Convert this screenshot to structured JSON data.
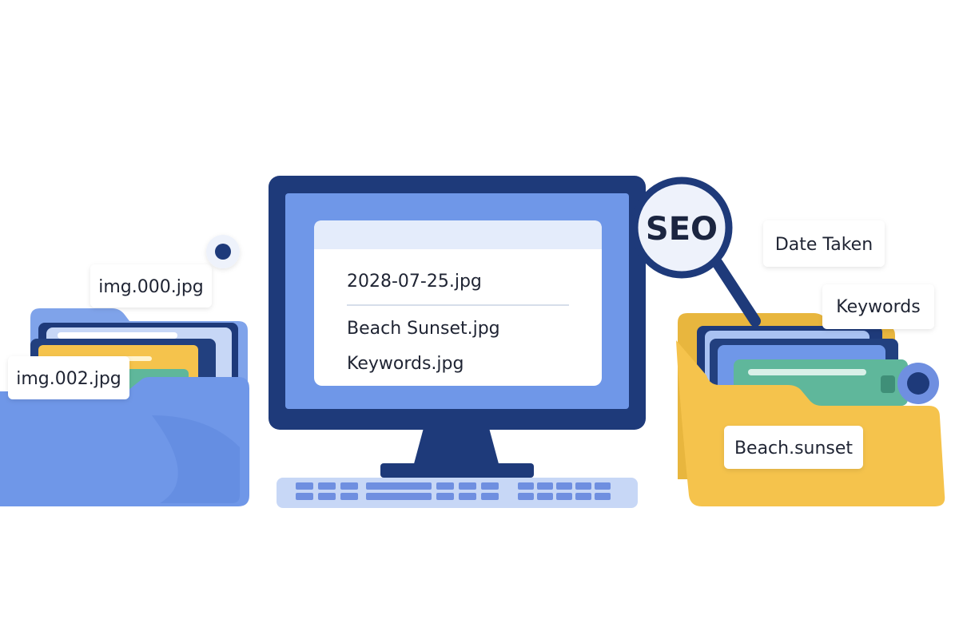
{
  "left_folder": {
    "tag_top": "img.000.jpg",
    "tag_front": "img.002.jpg"
  },
  "monitor": {
    "files": [
      "2028-07-25.jpg",
      "Beach Sunset.jpg",
      "Keywords.jpg"
    ]
  },
  "magnifier": {
    "label": "SEO"
  },
  "right_folder": {
    "tag_date": "Date Taken",
    "tag_keywords": "Keywords",
    "tag_front": "Beach.sunset"
  },
  "colors": {
    "navy": "#1e3a7a",
    "blue": "#6f97e8",
    "light_blue": "#a9c2f2",
    "yellow": "#f5c34c",
    "green": "#5fb79b",
    "white": "#ffffff"
  }
}
